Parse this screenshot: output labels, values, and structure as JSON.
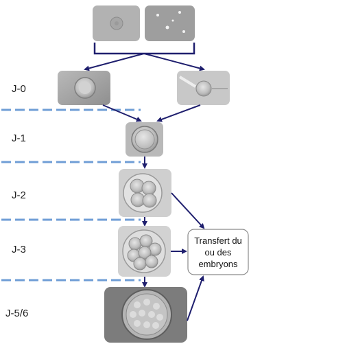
{
  "days": [
    "J-0",
    "J-1",
    "J-2",
    "J-3",
    "J-5/6"
  ],
  "transfer_box": {
    "lines": [
      "Transfert du",
      "ou des",
      "embryons"
    ]
  },
  "colors": {
    "arrow": "#1f1f6e",
    "dashed_line": "#6f9ed6",
    "box_border": "#888888"
  },
  "images": [
    "sperm-sample-micrograph",
    "oocyte-collection-micrograph",
    "ivf-oocyte-micrograph",
    "icsi-injection-micrograph",
    "zygote-day1-micrograph",
    "embryo-day2-micrograph",
    "embryo-day3-micrograph",
    "blastocyst-day5-micrograph"
  ]
}
